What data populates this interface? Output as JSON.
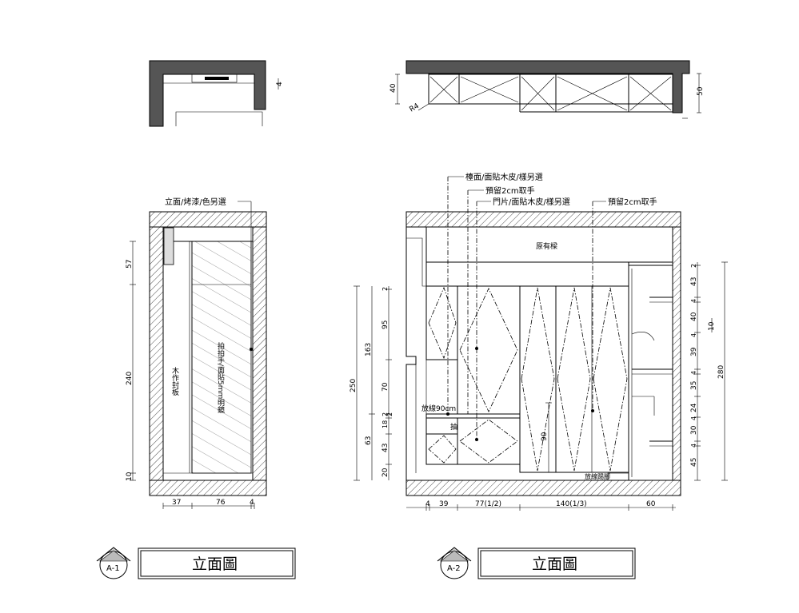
{
  "elevation_a1": {
    "tag": "A-1",
    "title": "立面圖",
    "callout_wall": "立面/烤漆/色另選",
    "label_panel": "木作封板",
    "label_mirror": "拍拍手/面貼5mm明鏡",
    "dims_vertical": [
      "57",
      "240",
      "10"
    ],
    "dims_horizontal": [
      "37",
      "76",
      "4"
    ],
    "plan_dim": "4"
  },
  "elevation_a2": {
    "tag": "A-2",
    "title": "立面圖",
    "callout_counter": "檯面/面貼木皮/樣另選",
    "callout_pull_1": "預留2cm取手",
    "callout_door": "門片/面貼木皮/樣另選",
    "callout_pull_2": "預留2cm取手",
    "label_existing": "原有樑",
    "label_wire_opening": "放線90cm",
    "label_drawer": "抽",
    "label_wire_box": "放線踢腳",
    "dim_90": "90",
    "dims_left_outer": "250",
    "dims_left_mid": [
      "163",
      "63"
    ],
    "dims_left_inner": [
      "2",
      "95",
      "70",
      "2",
      "18",
      "2",
      "43",
      "20"
    ],
    "dims_right_inner": [
      "2",
      "43",
      "4",
      "40",
      "4",
      "39",
      "4",
      "35",
      "24",
      "4",
      "30",
      "4",
      "45"
    ],
    "dims_right_outer": "280",
    "dim_right_10": "10",
    "dims_horizontal": [
      "4",
      "39",
      "77(1/2)",
      "140(1/3)",
      "60"
    ],
    "plan_dims": [
      "40",
      "50"
    ],
    "plan_radius": "R4"
  }
}
